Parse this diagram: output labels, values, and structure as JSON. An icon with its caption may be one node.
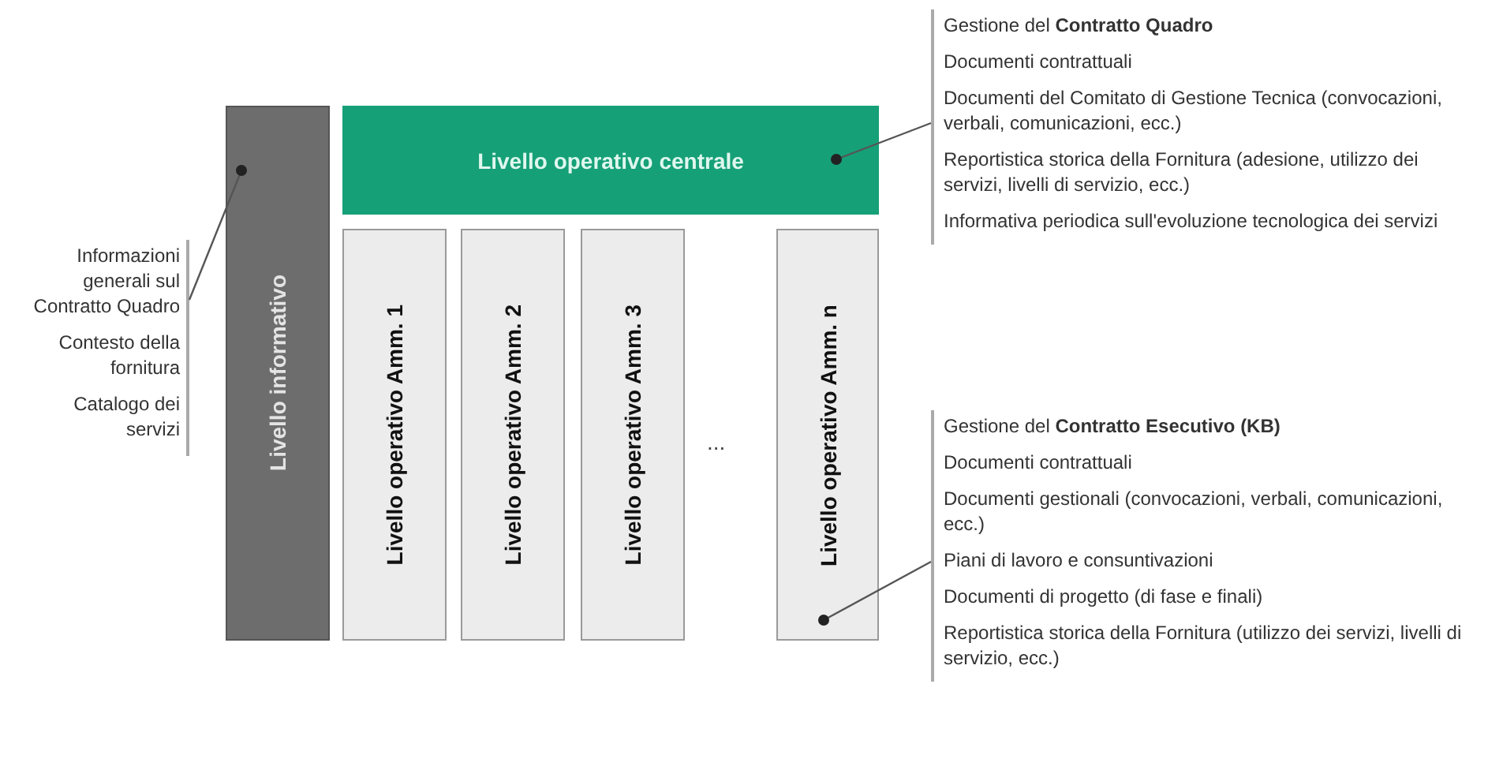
{
  "diagram": {
    "nodes": [
      {
        "text": [
          "Livello informativo"
        ]
      },
      {
        "text": [
          "Livello operativo centrale"
        ]
      },
      {
        "text": [
          "Livello operativo Amm. 1"
        ]
      },
      {
        "text": [
          "Livello operativo Amm. 2"
        ]
      },
      {
        "text": [
          "Livello operativo Amm. 3"
        ]
      },
      {
        "text": [
          "Livello operativo Amm. n"
        ]
      },
      {
        "text": [
          "Informazioni generali sul Contratto Quadro",
          "Contesto della fornitura",
          "Catalogo dei servizi"
        ]
      },
      {
        "text": [
          "Gestione del **Contratto Quadro**",
          "Documenti contrattuali",
          "Documenti del Comitato di Gestione Tecnica (convocazioni, verbali, comunicazioni, ecc.)",
          "Reportistica storica della Fornitura (adesione, utilizzo dei servizi, livelli di servizio, ecc.)",
          "Informativa periodica sull'evoluzione tecnologica dei servizi"
        ]
      },
      {
        "text": [
          "Gestione del **Contratto Esecutivo (KB)**",
          "Documenti contrattuali",
          "Documenti gestionali (convocazioni, verbali, comunicazioni, ecc.)",
          "Piani di lavoro e consuntivazioni",
          "Documenti di progetto (di fase e finali)",
          "Reportistica storica della Fornitura (utilizzo dei servizi, livelli di servizio, ecc.)"
        ]
      }
    ],
    "edges": [
      {
        "from": 6,
        "to": 0,
        "arrow": "other"
      },
      {
        "from": 7,
        "to": 1,
        "arrow": "other"
      },
      {
        "from": 8,
        "to": 5,
        "arrow": "other"
      }
    ],
    "labels": [
      "..."
    ]
  }
}
